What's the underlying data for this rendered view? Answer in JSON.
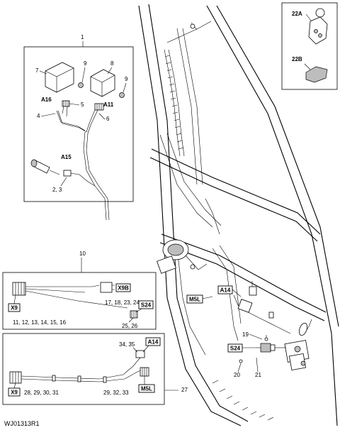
{
  "image_ref": "WJ01313R1",
  "callouts": {
    "c1": "1",
    "c7": "7",
    "c8": "8",
    "c9a": "9",
    "c9b": "9",
    "c5": "5",
    "c4": "4",
    "c6": "6",
    "c23": "2, 3",
    "c10": "10",
    "c_11_16": "11, 12, 13, 14, 15, 16",
    "c_17_24": "17, 18, 23, 24",
    "c_25_26": "25, 26",
    "c27": "27",
    "c_34_35": "34, 35",
    "c_28_31": "28, 29, 30, 31",
    "c_29_33": "29, 32, 33",
    "c19": "19",
    "c20": "20",
    "c21": "21",
    "c22a": "22A",
    "c22b": "22B"
  },
  "tags": {
    "a16": "A16",
    "a11": "A11",
    "a15": "A15",
    "x9b": "X9B",
    "x9_top": "X9",
    "s24_panel": "S24",
    "a14_panel": "A14",
    "x9_bottom": "X9",
    "m5l_panel": "M5L",
    "m5l_main": "M5L",
    "a14_main": "A14",
    "s24_main": "S24"
  }
}
